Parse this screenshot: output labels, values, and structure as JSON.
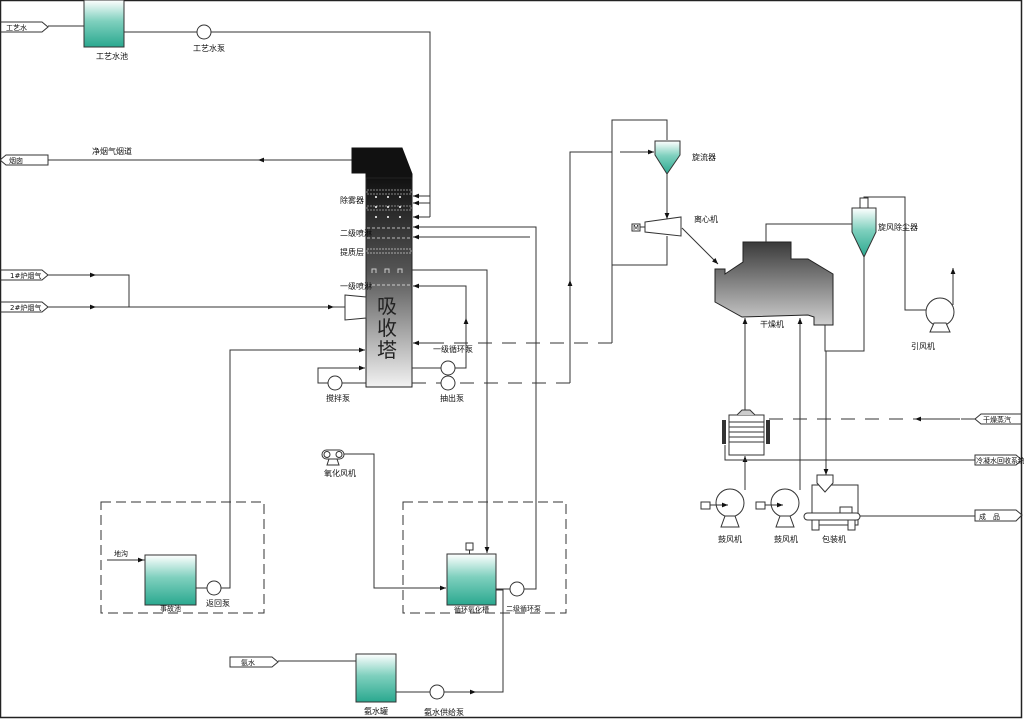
{
  "colors": {
    "tank_teal": "#2aa88f",
    "tower_top": "#111111",
    "tower_bottom": "#eeeeee",
    "line": "#333333"
  },
  "streams": {
    "process_water_in": "工艺水",
    "chimney_out": "烟囱",
    "flue_gas_1": "1#炉烟气",
    "flue_gas_2": "2#炉烟气",
    "drying_steam": "干燥蒸汽",
    "condensate_return": "冷凝水回收系统",
    "product": "成　品",
    "ammonia_water_in": "氨水",
    "ditch_in": "地沟"
  },
  "equipment": {
    "process_water_tank": "工艺水池",
    "process_water_pump": "工艺水泵",
    "clean_flue_duct": "净烟气烟道",
    "demister": "除雾器",
    "secondary_spray": "二级喷淋",
    "quality_layer": "提质层",
    "primary_spray": "一级喷淋",
    "absorber": [
      "吸",
      "收",
      "塔"
    ],
    "primary_circ_pump": "一级循环泵",
    "stir_pump": "搅拌泵",
    "discharge_pump": "抽出泵",
    "hydrocyclone": "旋流器",
    "centrifuge": "离心机",
    "dryer": "干燥机",
    "cyclone_dust": "旋风除尘器",
    "induced_fan": "引风机",
    "blower_1": "鼓风机",
    "blower_2": "鼓风机",
    "packer": "包装机",
    "oxidation_fan": "氧化风机",
    "accident_tank": "事故池",
    "return_pump": "返回泵",
    "circ_oxidation_tank": "循环氧化槽",
    "secondary_circ_pump": "二级循环泵",
    "ammonia_tank": "氨水罐",
    "ammonia_feed_pump": "氨水供给泵",
    "motor": "M"
  }
}
